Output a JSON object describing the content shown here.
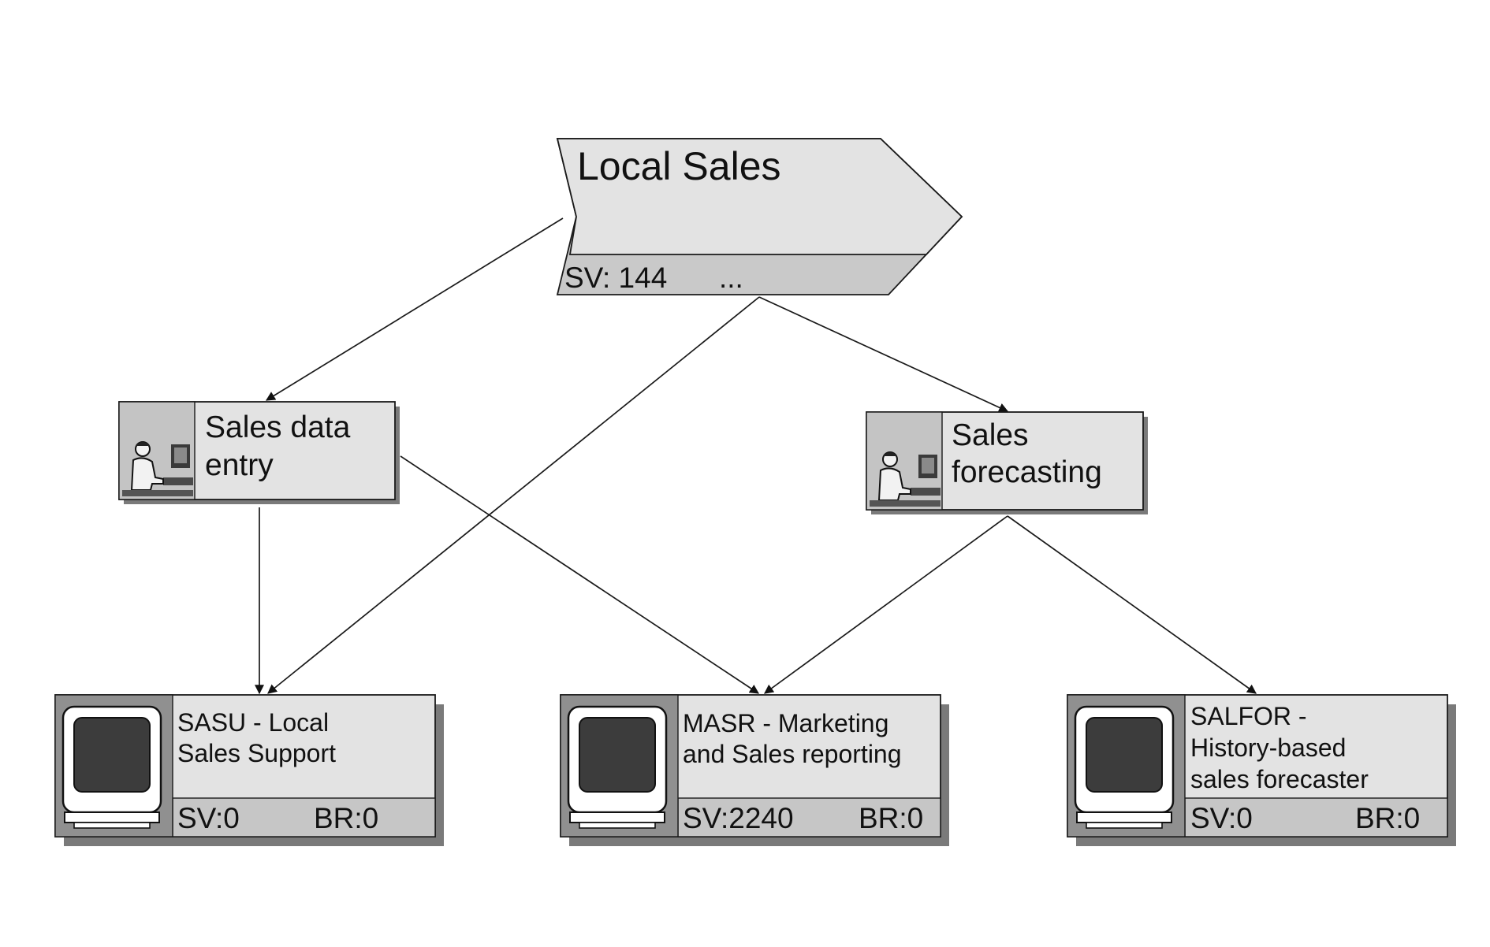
{
  "process": {
    "title": "Local Sales",
    "sv_label": "SV: 144",
    "more": "..."
  },
  "functions": [
    {
      "id": "sales-data-entry",
      "lines": [
        "Sales data",
        "entry"
      ]
    },
    {
      "id": "sales-forecasting",
      "lines": [
        "Sales",
        "forecasting"
      ]
    }
  ],
  "systems": [
    {
      "id": "sasu",
      "lines": [
        "SASU - Local",
        "Sales Support"
      ],
      "sv": "SV:0",
      "br": "BR:0"
    },
    {
      "id": "masr",
      "lines": [
        "MASR - Marketing",
        "and Sales reporting"
      ],
      "sv": "SV:2240",
      "br": "BR:0"
    },
    {
      "id": "salfor",
      "lines": [
        "SALFOR -",
        "History-based",
        "sales forecaster"
      ],
      "sv": "SV:0",
      "br": "BR:0"
    }
  ],
  "connections": [
    {
      "from": "Local Sales",
      "to": "Sales data entry"
    },
    {
      "from": "Local Sales",
      "to": "SASU - Local Sales Support"
    },
    {
      "from": "Local Sales",
      "to": "Sales forecasting"
    },
    {
      "from": "Sales data entry",
      "to": "SASU - Local Sales Support"
    },
    {
      "from": "Sales data entry",
      "to": "MASR - Marketing and Sales reporting"
    },
    {
      "from": "Sales forecasting",
      "to": "MASR - Marketing and Sales reporting"
    },
    {
      "from": "Sales forecasting",
      "to": "SALFOR - History-based sales forecaster"
    }
  ],
  "colors": {
    "box_fill": "#e3e3e3",
    "footer_fill": "#c6c6c6",
    "shadow": "#7a7a7a",
    "monitor_panel": "#909090",
    "screen": "#3c3c3c"
  }
}
